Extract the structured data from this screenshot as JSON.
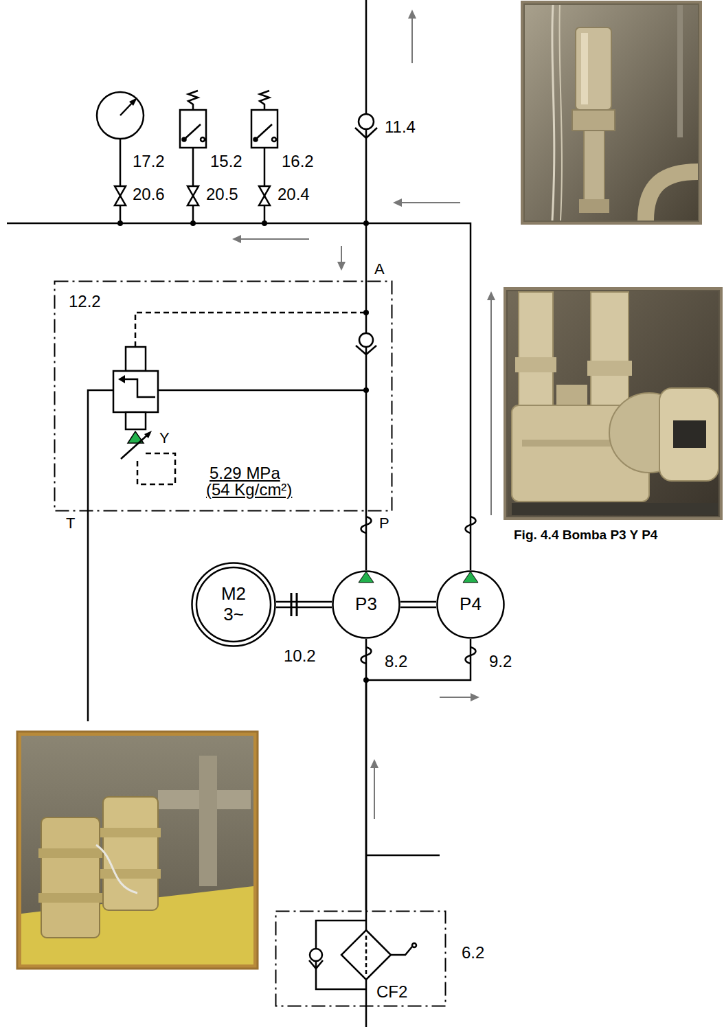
{
  "diagram": {
    "caption": "Fig. 4.4 Bomba P3 Y P4",
    "nodes": [
      {
        "text": [
          "12.2"
        ]
      },
      {
        "text": [
          "M2",
          "3~"
        ]
      },
      {
        "text": [
          "P3"
        ]
      },
      {
        "text": [
          "P4"
        ]
      },
      {
        "text": [
          "CF2"
        ]
      }
    ],
    "edges": [
      {
        "from": 1,
        "to": 2,
        "arrow": "none"
      },
      {
        "from": 2,
        "to": 3,
        "arrow": "none"
      },
      {
        "from": 2,
        "to": 0,
        "arrow": "none"
      },
      {
        "from": 4,
        "to": 2,
        "arrow": "none"
      },
      {
        "from": 4,
        "to": 3,
        "arrow": "none"
      }
    ],
    "labels": [
      "11.4",
      "17.2",
      "15.2",
      "16.2",
      "20.6",
      "20.5",
      "20.4",
      "A",
      "Y",
      "5.29 MPa",
      "(54 Kg/cm²)",
      "T",
      "P",
      "10.2",
      "8.2",
      "9.2",
      "6.2"
    ]
  }
}
